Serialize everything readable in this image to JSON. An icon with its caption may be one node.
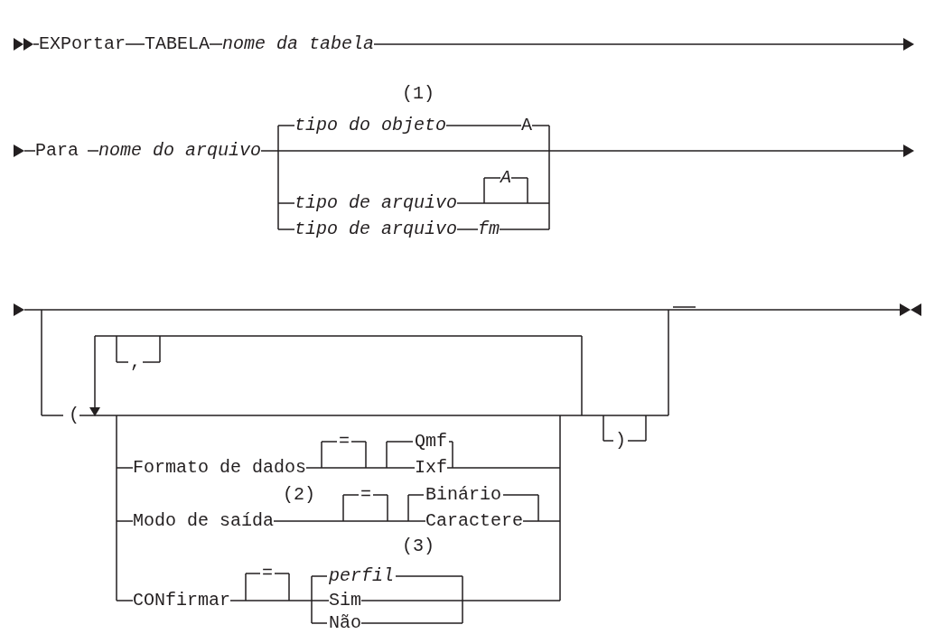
{
  "diagram": {
    "labels": [
      "EXPortar",
      "TABELA",
      "nome da tabela",
      "(1)",
      "tipo do objeto",
      "A",
      "Para",
      "nome do arquivo",
      "A",
      "tipo de arquivo",
      "tipo de arquivo",
      "fm",
      ",",
      "(",
      "=",
      "Qmf",
      ")",
      "Formato de dados",
      "Ixf",
      "(2)",
      "=",
      "Binário",
      "Modo de saída",
      "Caractere",
      "(3)",
      "=",
      "perfil",
      "CONfirmar",
      "Sim",
      "Não"
    ]
  }
}
